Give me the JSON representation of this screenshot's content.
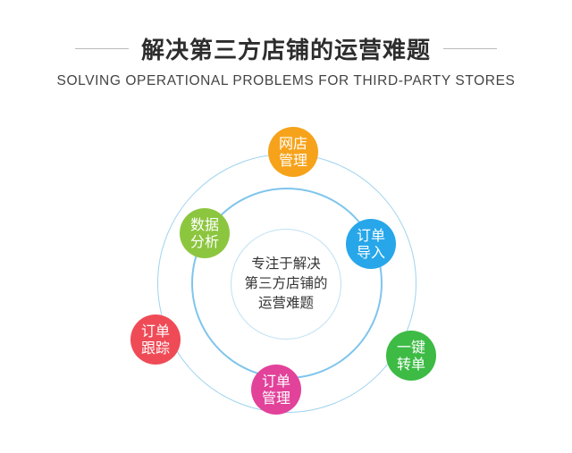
{
  "header": {
    "title": "解决第三方店铺的运营难题",
    "subtitle": "SOLVING OPERATIONAL PROBLEMS FOR THIRD-PARTY STORES"
  },
  "diagram": {
    "center_lines": [
      "专注于解决",
      "第三方店铺的",
      "运营难题"
    ],
    "nodes": [
      {
        "line1": "网店",
        "line2": "管理",
        "color": "#f6a31b"
      },
      {
        "line1": "订单",
        "line2": "导入",
        "color": "#27a7ea"
      },
      {
        "line1": "一键",
        "line2": "转单",
        "color": "#3dbb45"
      },
      {
        "line1": "订单",
        "line2": "管理",
        "color": "#e2429a"
      },
      {
        "line1": "订单",
        "line2": "跟踪",
        "color": "#ef4b57"
      },
      {
        "line1": "数据",
        "line2": "分析",
        "color": "#8cc63f"
      }
    ]
  },
  "colors": {
    "ring": "#7fc5ec",
    "title": "#2d2d2d",
    "text": "#333333"
  }
}
